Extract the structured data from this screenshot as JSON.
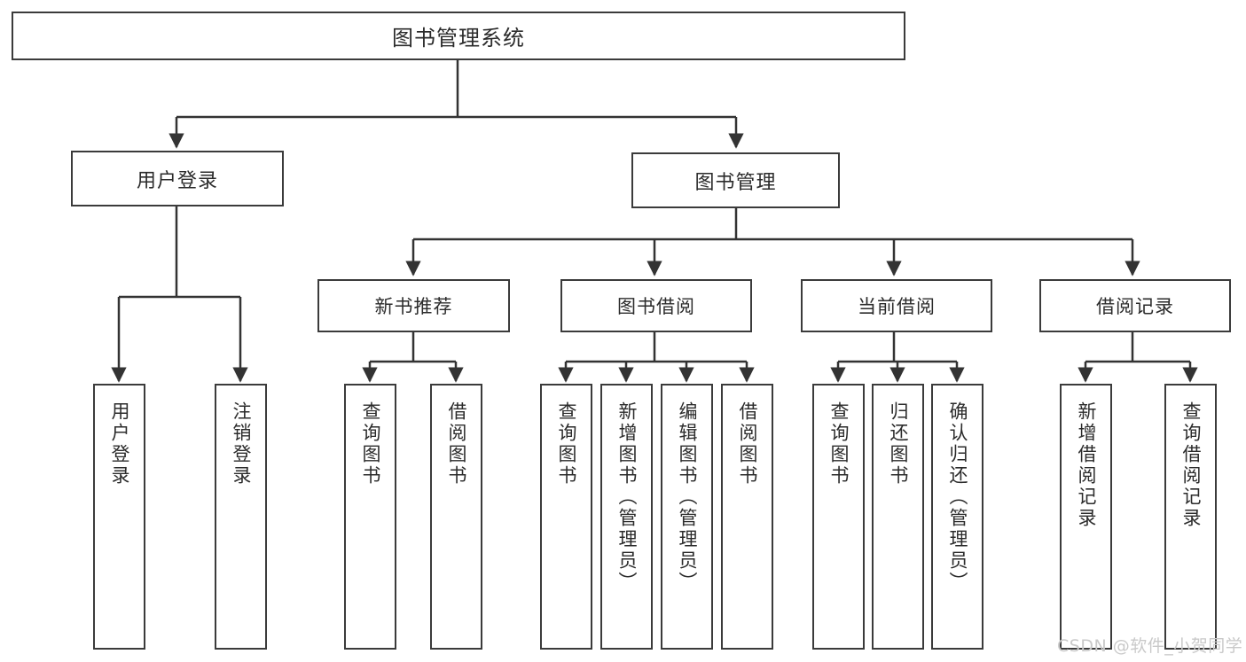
{
  "diagram": {
    "type": "tree",
    "title": "图书管理系统",
    "orientation": "top-down",
    "colors": {
      "background": "#ffffff",
      "box_border": "#3b3b3b",
      "box_fill": "#ffffff",
      "edge": "#333333",
      "text": "#2b2b2b",
      "watermark": "#c9c9c9"
    }
  },
  "root": {
    "label": "图书管理系统"
  },
  "level1": [
    {
      "id": "user-login",
      "label": "用户登录"
    },
    {
      "id": "book-manage",
      "label": "图书管理"
    }
  ],
  "level2": [
    {
      "id": "new-book-recommend",
      "label": "新书推荐",
      "parent": "book-manage"
    },
    {
      "id": "book-borrow",
      "label": "图书借阅",
      "parent": "book-manage"
    },
    {
      "id": "current-borrow",
      "label": "当前借阅",
      "parent": "book-manage"
    },
    {
      "id": "borrow-record",
      "label": "借阅记录",
      "parent": "book-manage"
    }
  ],
  "leaves": [
    {
      "id": "leaf-user-login",
      "label": "用户登录",
      "parent": "user-login"
    },
    {
      "id": "leaf-logout-login",
      "label": "注销登录",
      "parent": "user-login"
    },
    {
      "id": "leaf-query-book-1",
      "label": "查询图书",
      "parent": "new-book-recommend"
    },
    {
      "id": "leaf-borrow-book-1",
      "label": "借阅图书",
      "parent": "new-book-recommend"
    },
    {
      "id": "leaf-query-book-2",
      "label": "查询图书",
      "parent": "book-borrow"
    },
    {
      "id": "leaf-add-book",
      "label": "新增图书（管理员）",
      "parent": "book-borrow"
    },
    {
      "id": "leaf-edit-book",
      "label": "编辑图书（管理员）",
      "parent": "book-borrow"
    },
    {
      "id": "leaf-borrow-book-2",
      "label": "借阅图书",
      "parent": "book-borrow"
    },
    {
      "id": "leaf-query-book-3",
      "label": "查询图书",
      "parent": "current-borrow"
    },
    {
      "id": "leaf-return-book",
      "label": "归还图书",
      "parent": "current-borrow"
    },
    {
      "id": "leaf-confirm-return",
      "label": "确认归还（管理员）",
      "parent": "current-borrow"
    },
    {
      "id": "leaf-add-record",
      "label": "新增借阅记录",
      "parent": "borrow-record"
    },
    {
      "id": "leaf-query-record",
      "label": "查询借阅记录",
      "parent": "borrow-record"
    }
  ],
  "watermark": {
    "text": "CSDN @软件_小贺同学"
  }
}
